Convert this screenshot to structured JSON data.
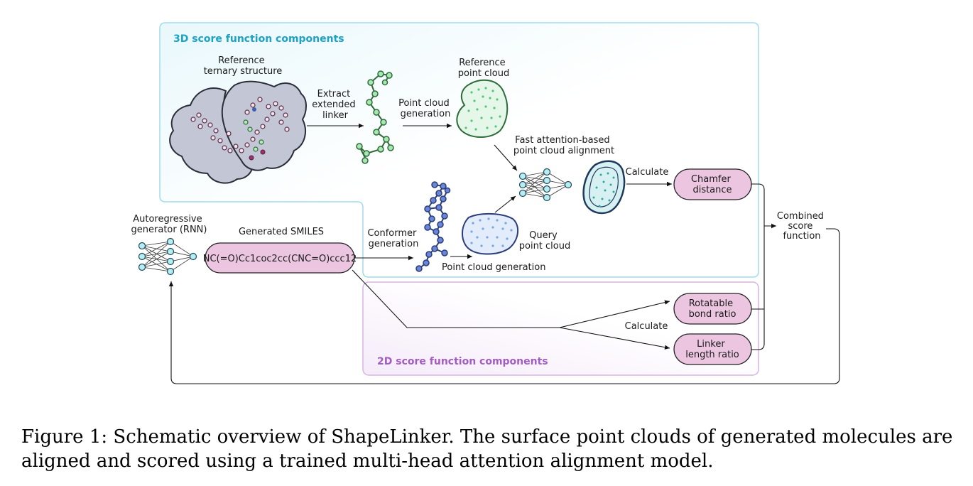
{
  "sections": {
    "three_d": "3D score function components",
    "two_d": "2D score function components"
  },
  "labels": {
    "reference_structure": [
      "Reference",
      "ternary structure"
    ],
    "extract_linker": [
      "Extract",
      "extended",
      "linker"
    ],
    "point_cloud_generation_top": [
      "Point cloud",
      "generation"
    ],
    "reference_point_cloud": [
      "Reference",
      "point cloud"
    ],
    "alignment": [
      "Fast attention-based",
      "point cloud alignment"
    ],
    "calculate_top": "Calculate",
    "chamfer": [
      "Chamfer",
      "distance"
    ],
    "combined": [
      "Combined",
      "score",
      "function"
    ],
    "autoregressive": [
      "Autoregressive",
      "generator (RNN)"
    ],
    "generated_smiles": "Generated SMILES",
    "smiles": "NC(=O)Cc1coc2cc(CNC=O)ccc12",
    "conformer": [
      "Conformer",
      "generation"
    ],
    "query_point_cloud": [
      "Query",
      "point cloud"
    ],
    "point_cloud_generation_bottom": "Point cloud generation",
    "calculate_bottom": "Calculate",
    "rotatable": [
      "Rotatable",
      "bond ratio"
    ],
    "linker_length": [
      "Linker",
      "length ratio"
    ]
  },
  "caption": "Figure 1: Schematic overview of ShapeLinker. The surface point clouds of generated molecules are aligned and scored using a trained multi-head attention alignment model.",
  "colors": {
    "box_3d_border": "#9fdcec",
    "box_2d_border": "#d8b4e4",
    "pill_fill": "#ecc6e0",
    "protein_fill": "#c3c6d4",
    "reference_cloud": "#4cc06a",
    "query_cloud": "#6b9fd8",
    "aligned_cloud": "#2ea6a6",
    "node_fill": "#b7ecf2",
    "molecule_blue": "#5a74c4",
    "linker_green": "#9fe0a8"
  }
}
